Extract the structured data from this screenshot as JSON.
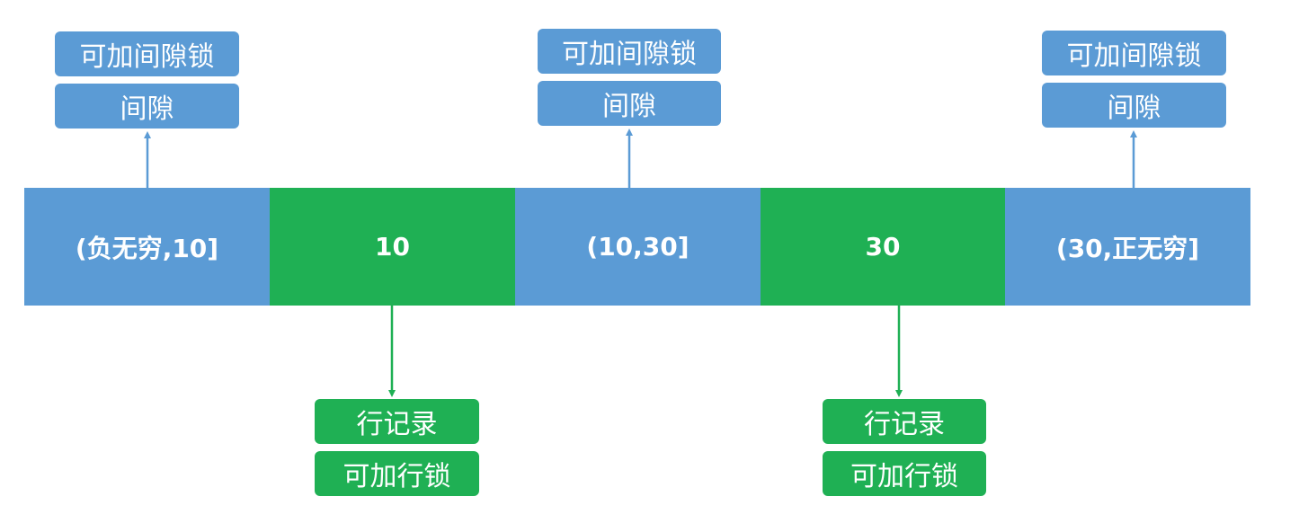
{
  "colors": {
    "gap": "#5b9bd5",
    "record": "#1fb054",
    "background": "#ffffff"
  },
  "segments": [
    {
      "label": "(负无穷,10]",
      "kind": "gap"
    },
    {
      "label": "10",
      "kind": "record"
    },
    {
      "label": "(10,30]",
      "kind": "gap"
    },
    {
      "label": "30",
      "kind": "record"
    },
    {
      "label": "(30,正无穷]",
      "kind": "gap"
    }
  ],
  "gap_tags": [
    {
      "lock": "可加间隙锁",
      "type": "间隙"
    },
    {
      "lock": "可加间隙锁",
      "type": "间隙"
    },
    {
      "lock": "可加间隙锁",
      "type": "间隙"
    }
  ],
  "record_tags": [
    {
      "type": "行记录",
      "lock": "可加行锁"
    },
    {
      "type": "行记录",
      "lock": "可加行锁"
    }
  ]
}
